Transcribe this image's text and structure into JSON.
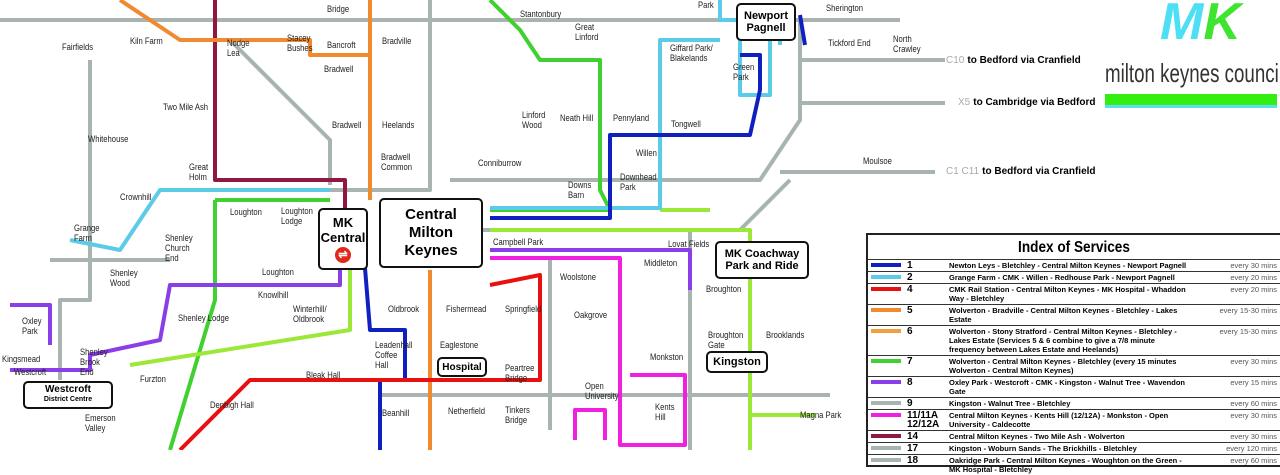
{
  "places": [
    "Fairfields",
    "Kiln Farm",
    "Nodge Lea",
    "Stacey Bushes",
    "Bancroft",
    "Bradwell",
    "Bradville",
    "Stantonbury",
    "Great Linford",
    "Giffard Park/ Blakelands",
    "Green Park",
    "Two Mile Ash",
    "Whitehouse",
    "Bradwell",
    "Heelands",
    "Linford Wood",
    "Neath Hill",
    "Pennyland",
    "Tongwell",
    "Bradwell Common",
    "Willen",
    "Conniburrow",
    "Great Holm",
    "Crownhill",
    "Downs Barn",
    "Downhead Park",
    "Loughton",
    "Loughton Lodge",
    "Grange Farm",
    "Shenley Church End",
    "Campbell Park",
    "Lovat Fields",
    "Middleton",
    "Shenley Wood",
    "Loughton",
    "Knowlhill",
    "Woolstone",
    "Broughton",
    "Winterhill/ Oldbrook",
    "Oldbrook",
    "Fishermead",
    "Springfield",
    "Oakgrove",
    "Shenley Lodge",
    "Oxley Park",
    "Brooklands",
    "Broughton Gate",
    "Leadenhall Coffee Hall",
    "Eaglestone",
    "Monkston",
    "Shenley Brook End",
    "Kingsmead",
    "Westcroft",
    "Peartree Bridge",
    "Bleak Hall",
    "Furzton",
    "Open University",
    "Kents Hill",
    "Denbigh Hall",
    "Emerson Valley",
    "Beanhill",
    "Netherfield",
    "Tinkers Bridge",
    "Magna Park",
    "Sherington",
    "Tickford End",
    "North Crawley",
    "Moulsoe",
    "Bridge",
    "Park"
  ],
  "hubs": {
    "newport_pagnell": "Newport Pagnell",
    "mk_central": "MK Central",
    "cmk": "Central Milton Keynes",
    "coachway": "MK Coachway Park and Ride",
    "kingston": "Kingston",
    "hospital": "Hospital",
    "westcroft": "Westcroft",
    "westcroft_sub": "District Centre"
  },
  "destinations": [
    {
      "codes": "C10",
      "text": "to Bedford  via Cranfield"
    },
    {
      "codes": "X5",
      "text": "to Cambridge via Bedford"
    },
    {
      "codes": "C1  C11",
      "text": "to Bedford  via Cranfield"
    }
  ],
  "logo": {
    "mark": "MK",
    "name": "milton keynes council"
  },
  "index": {
    "title": "Index of Services",
    "rows": [
      {
        "num": "1",
        "color": "#1020c0",
        "desc": "Newton Leys - Bletchley - Central Milton Keynes - Newport Pagnell",
        "freq": "every 30 mins"
      },
      {
        "num": "2",
        "color": "#5ccbe8",
        "desc": "Grange Farm - CMK - Willen - Redhouse Park - Newport Pagnell",
        "freq": "every 20 mins"
      },
      {
        "num": "4",
        "color": "#e81010",
        "desc": "CMK Rail Station - Central Milton Keynes - MK Hospital - Whaddon Way - Bletchley",
        "freq": "every 20 mins"
      },
      {
        "num": "5",
        "color": "#f08a30",
        "desc": "Wolverton - Bradville - Central Milton Keynes - Bletchley - Lakes Estate",
        "freq": "every 15-30 mins"
      },
      {
        "num": "6",
        "color": "#f0a040",
        "desc": "Wolverton - Stony Stratford - Central Milton Keynes - Bletchley - Lakes Estate (Services 5 & 6 combine to give a 7/8 minute frequency between Lakes Estate and Heelands)",
        "freq": "every 15-30 mins"
      },
      {
        "num": "7",
        "color": "#40d030",
        "desc": "Wolverton - Central Milton Keynes - Bletchley (every 15 minutes Wolverton - Central Milton Keynes)",
        "freq": "every 30 mins"
      },
      {
        "num": "8",
        "color": "#8a3ee8",
        "desc": "Oxley Park - Westcroft - CMK - Kingston - Walnut Tree - Wavendon Gate",
        "freq": "every 15 mins"
      },
      {
        "num": "9",
        "color": "#a8b4b0",
        "desc": "Kingston - Walnut Tree - Bletchley",
        "freq": "every 60 mins"
      },
      {
        "num": "11/11A 12/12A",
        "color": "#f020e0",
        "desc": "Central Milton Keynes - Kents Hill (12/12A) - Monkston - Open University - Caldecotte",
        "freq": "every 30 mins"
      },
      {
        "num": "14",
        "color": "#901840",
        "desc": "Central Milton Keynes - Two Mile Ash - Wolverton",
        "freq": "every 30 mins"
      },
      {
        "num": "17",
        "color": "#a8b4b0",
        "desc": "Kingston - Woburn Sands - The Brickhills - Bletchley",
        "freq": "every 120 mins"
      },
      {
        "num": "18",
        "color": "#a8b4b0",
        "desc": "Oakridge Park - Central Milton Keynes - Woughton on the Green - MK Hospital - Bletchley",
        "freq": "every 60 mins"
      }
    ]
  },
  "colors": {
    "grey": "#a8b4b0",
    "blue": "#1020c0",
    "cyan": "#5ccbe8",
    "red": "#e81010",
    "orange": "#f08a30",
    "green": "#40d030",
    "purple": "#8a3ee8",
    "magenta": "#f020e0",
    "maroon": "#901840",
    "lime": "#9be838"
  }
}
